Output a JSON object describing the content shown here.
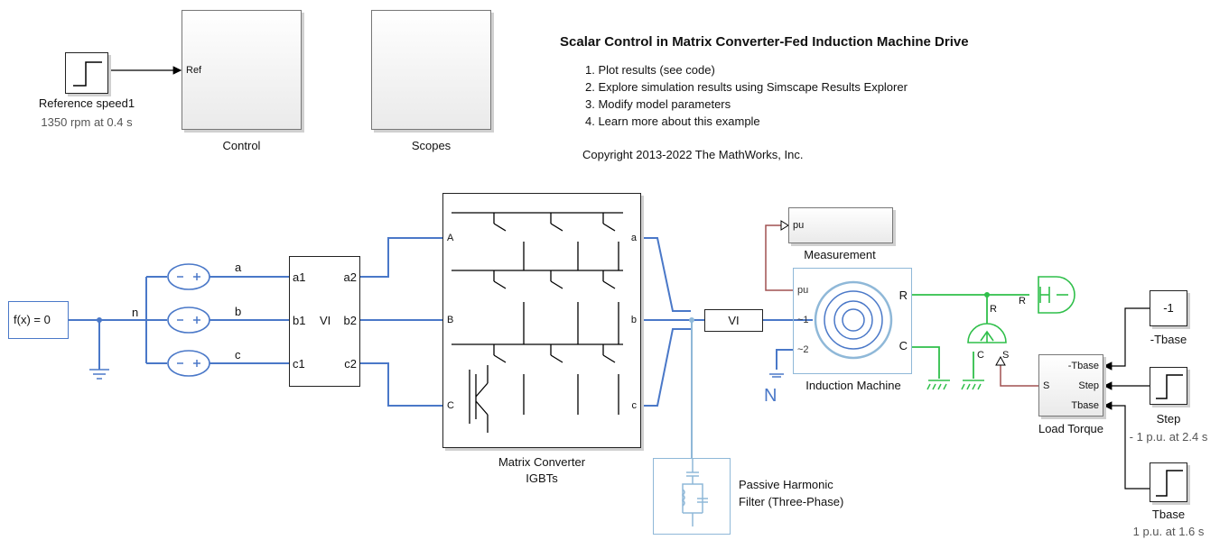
{
  "title": "Scalar Control in Matrix Converter-Fed Induction Machine Drive",
  "steps": [
    "1. Plot results (see code)",
    "2. Explore simulation results using Simscape Results Explorer",
    "3. Modify model parameters",
    "4. Learn more about this example"
  ],
  "copyright": "Copyright 2013-2022 The MathWorks, Inc.",
  "blocks": {
    "reference_speed": {
      "label": "Reference speed1",
      "note": "1350 rpm at 0.4 s"
    },
    "control": {
      "label": "Control",
      "port": "Ref"
    },
    "scopes": {
      "label": "Scopes"
    },
    "solver": {
      "text": "f(x) = 0"
    },
    "neutral_label": "n",
    "phase_labels": [
      "a",
      "b",
      "c"
    ],
    "vi_meas": {
      "left_ports": [
        "a1",
        "b1",
        "c1"
      ],
      "right_ports": [
        "a2",
        "b2",
        "c2"
      ],
      "center": "VI"
    },
    "matrix_converter": {
      "label_line1": "Matrix Converter",
      "label_line2": "IGBTs",
      "in_ports": [
        "A",
        "B",
        "C"
      ],
      "out_ports": [
        "a",
        "b",
        "c"
      ]
    },
    "vi_scope": {
      "text": "VI"
    },
    "filter": {
      "label_line1": "Passive Harmonic",
      "label_line2": "Filter (Three-Phase)"
    },
    "measurement": {
      "label": "Measurement",
      "port": "pu"
    },
    "induction_machine": {
      "label": "Induction Machine",
      "ports_left": [
        "pu",
        "~1",
        "~2"
      ],
      "ports_right": [
        "R",
        "C"
      ]
    },
    "ground_n": "N",
    "ideal_speed_sensor": {
      "port_r": "R"
    },
    "torque_source": {
      "ports": [
        "R",
        "C",
        "S"
      ]
    },
    "load_torque": {
      "label": "Load Torque",
      "in_port": "S",
      "ports": [
        "-Tbase",
        "Step",
        "Tbase"
      ]
    },
    "neg_tbase": {
      "value": "-1",
      "label": "-Tbase"
    },
    "step": {
      "label": "Step",
      "note": "- 1 p.u. at 2.4 s"
    },
    "tbase": {
      "label": "Tbase",
      "note": "1 p.u. at 1.6 s"
    }
  },
  "colors": {
    "electrical": "#4a78c8",
    "filter": "#8fb8d8",
    "mechanical": "#2fbf4a",
    "physical_signal": "#a05050",
    "signal": "#000000"
  }
}
